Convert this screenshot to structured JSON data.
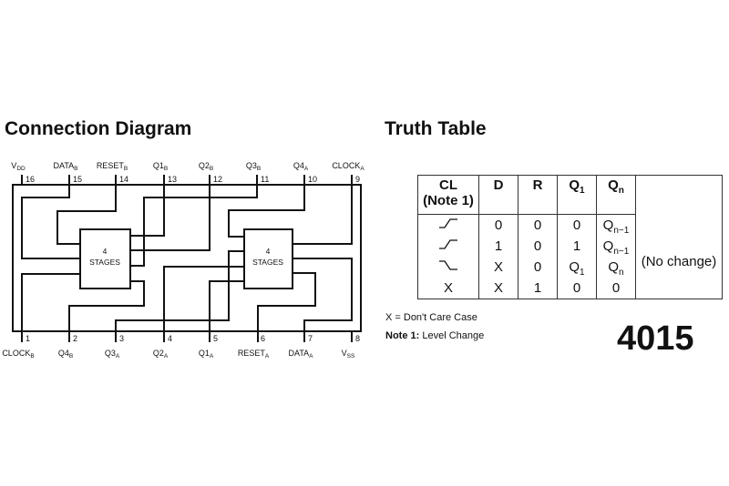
{
  "connection_diagram": {
    "title": "Connection Diagram",
    "block_label_number": "4",
    "block_label_text": "STAGES",
    "top_pins": [
      {
        "num": "16",
        "name": "V",
        "sub": "DD"
      },
      {
        "num": "15",
        "name": "DATA",
        "sub": "B"
      },
      {
        "num": "14",
        "name": "RESET",
        "sub": "B"
      },
      {
        "num": "13",
        "name": "Q1",
        "sub": "B"
      },
      {
        "num": "12",
        "name": "Q2",
        "sub": "B"
      },
      {
        "num": "11",
        "name": "Q3",
        "sub": "B"
      },
      {
        "num": "10",
        "name": "Q4",
        "sub": "A"
      },
      {
        "num": "9",
        "name": "CLOCK",
        "sub": "A"
      }
    ],
    "bottom_pins": [
      {
        "num": "1",
        "name": "CLOCK",
        "sub": "B"
      },
      {
        "num": "2",
        "name": "Q4",
        "sub": "B"
      },
      {
        "num": "3",
        "name": "Q3",
        "sub": "A"
      },
      {
        "num": "4",
        "name": "Q2",
        "sub": "A"
      },
      {
        "num": "5",
        "name": "Q1",
        "sub": "A"
      },
      {
        "num": "6",
        "name": "RESET",
        "sub": "A"
      },
      {
        "num": "7",
        "name": "DATA",
        "sub": "A"
      },
      {
        "num": "8",
        "name": "V",
        "sub": "SS"
      }
    ]
  },
  "truth_table": {
    "title": "Truth Table",
    "headers": {
      "cl": "CL",
      "cl_note": "(Note 1)",
      "d": "D",
      "r": "R",
      "q1": "Q",
      "q1_sub": "1",
      "qn": "Q",
      "qn_sub": "n"
    },
    "rows": [
      {
        "cl": "rising-edge-icon",
        "d": "0",
        "r": "0",
        "q1": "0",
        "q1_sub": "",
        "qn": "Q",
        "qn_sub": "n−1"
      },
      {
        "cl": "rising-edge-icon",
        "d": "1",
        "r": "0",
        "q1": "1",
        "q1_sub": "",
        "qn": "Q",
        "qn_sub": "n−1"
      },
      {
        "cl": "falling-edge-icon",
        "d": "X",
        "r": "0",
        "q1": "Q",
        "q1_sub": "1",
        "qn": "Q",
        "qn_sub": "n"
      },
      {
        "cl": "X",
        "d": "X",
        "r": "1",
        "q1": "0",
        "q1_sub": "",
        "qn": "0",
        "qn_sub": ""
      }
    ],
    "side_note": "(No change)",
    "legend_x": "X = Don't Care Case",
    "note_label": "Note 1:",
    "note_text": " Level Change"
  },
  "part_number": "4015"
}
